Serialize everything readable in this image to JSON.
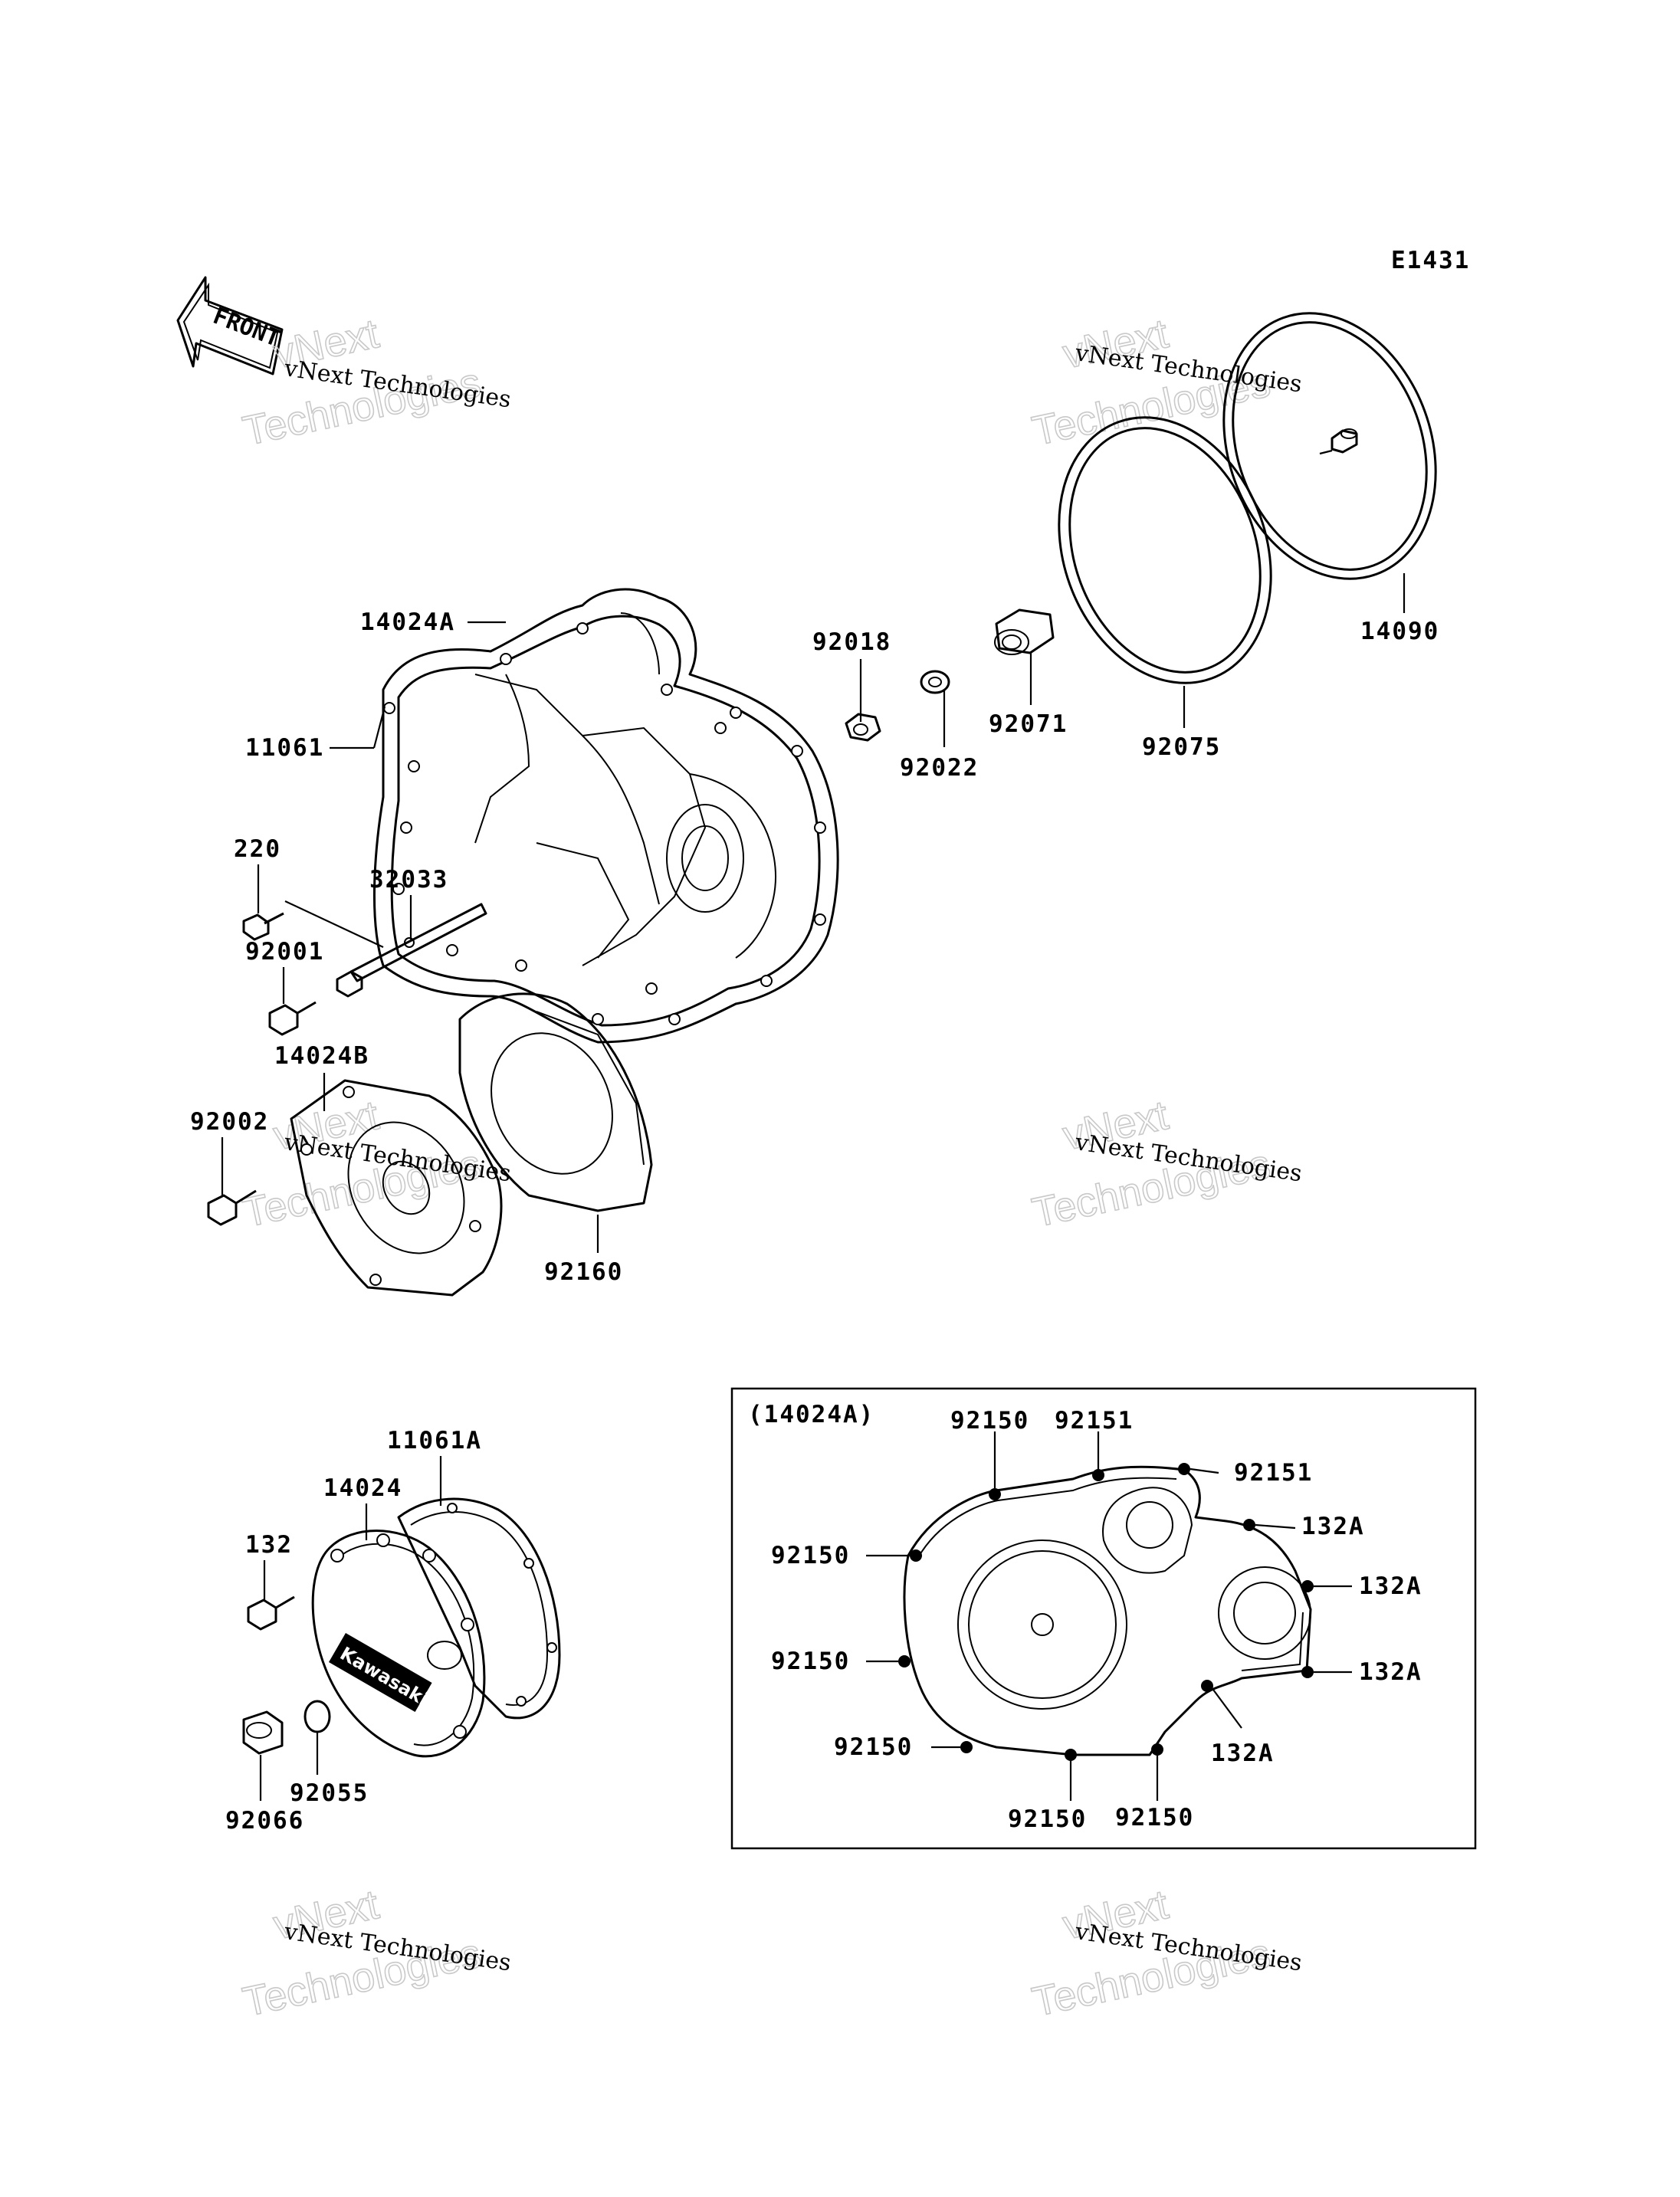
{
  "diagram_code": "E1431",
  "front_label": "FRONT",
  "inset_title": "(14024A)",
  "watermark": {
    "line1": "vNext Technologies",
    "line2": "vNext",
    "line3": "Technologies"
  },
  "labels": {
    "p14024A": "14024A",
    "p11061": "11061",
    "p220": "220",
    "p32033": "32033",
    "p92001": "92001",
    "p14024B": "14024B",
    "p92002": "92002",
    "p92160": "92160",
    "p92018": "92018",
    "p92022": "92022",
    "p92071": "92071",
    "p92075": "92075",
    "p14090": "14090",
    "p11061A": "11061A",
    "p14024": "14024",
    "p132": "132",
    "p92055": "92055",
    "p92066": "92066",
    "i92150_top": "92150",
    "i92151_top": "92151",
    "i92151_right": "92151",
    "i132A_1": "132A",
    "i132A_2": "132A",
    "i132A_3": "132A",
    "i132A_4": "132A",
    "i92150_l1": "92150",
    "i92150_l2": "92150",
    "i92150_l3": "92150",
    "i92150_b1": "92150",
    "i92150_b2": "92150"
  },
  "emblem_text": "Kawasaki"
}
